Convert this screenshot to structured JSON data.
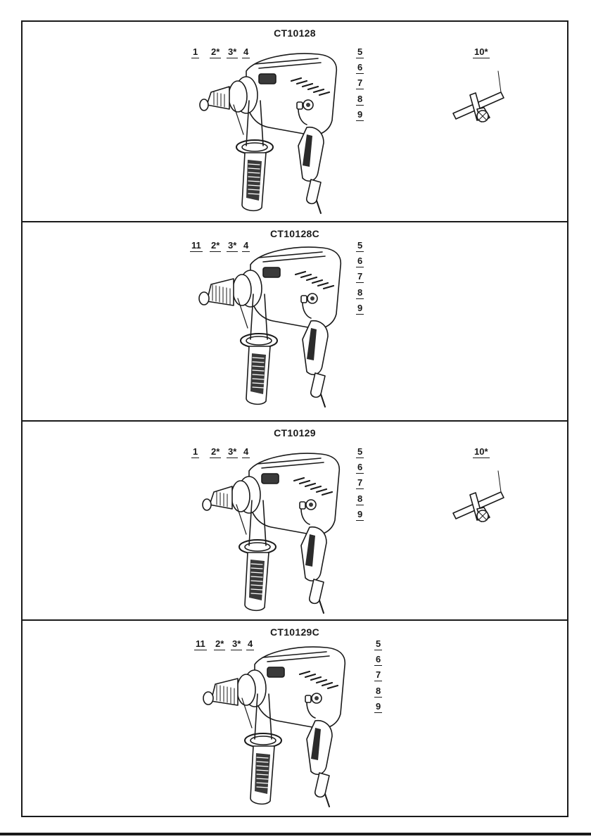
{
  "panels": [
    {
      "title": "CT10128",
      "left_labels": [
        "1",
        "2*",
        "3*",
        "4"
      ],
      "right_labels": [
        "5",
        "6",
        "7",
        "8",
        "9"
      ],
      "has_chuck_key": true,
      "chuck_key_label": "10*"
    },
    {
      "title": "CT10128C",
      "left_labels": [
        "11",
        "2*",
        "3*",
        "4"
      ],
      "right_labels": [
        "5",
        "6",
        "7",
        "8",
        "9"
      ],
      "has_chuck_key": false
    },
    {
      "title": "CT10129",
      "left_labels": [
        "1",
        "2*",
        "3*",
        "4"
      ],
      "right_labels": [
        "5",
        "6",
        "7",
        "8",
        "9"
      ],
      "has_chuck_key": true,
      "chuck_key_label": "10*"
    },
    {
      "title": "CT10129C",
      "left_labels": [
        "11",
        "2*",
        "3*",
        "4"
      ],
      "right_labels": [
        "5",
        "6",
        "7",
        "8",
        "9"
      ],
      "has_chuck_key": false
    }
  ],
  "colors": {
    "line": "#1a1a1a",
    "dark_fill": "#3a3a3a",
    "grip_fill": "#2b2b2b",
    "light_fill": "#ffffff"
  }
}
